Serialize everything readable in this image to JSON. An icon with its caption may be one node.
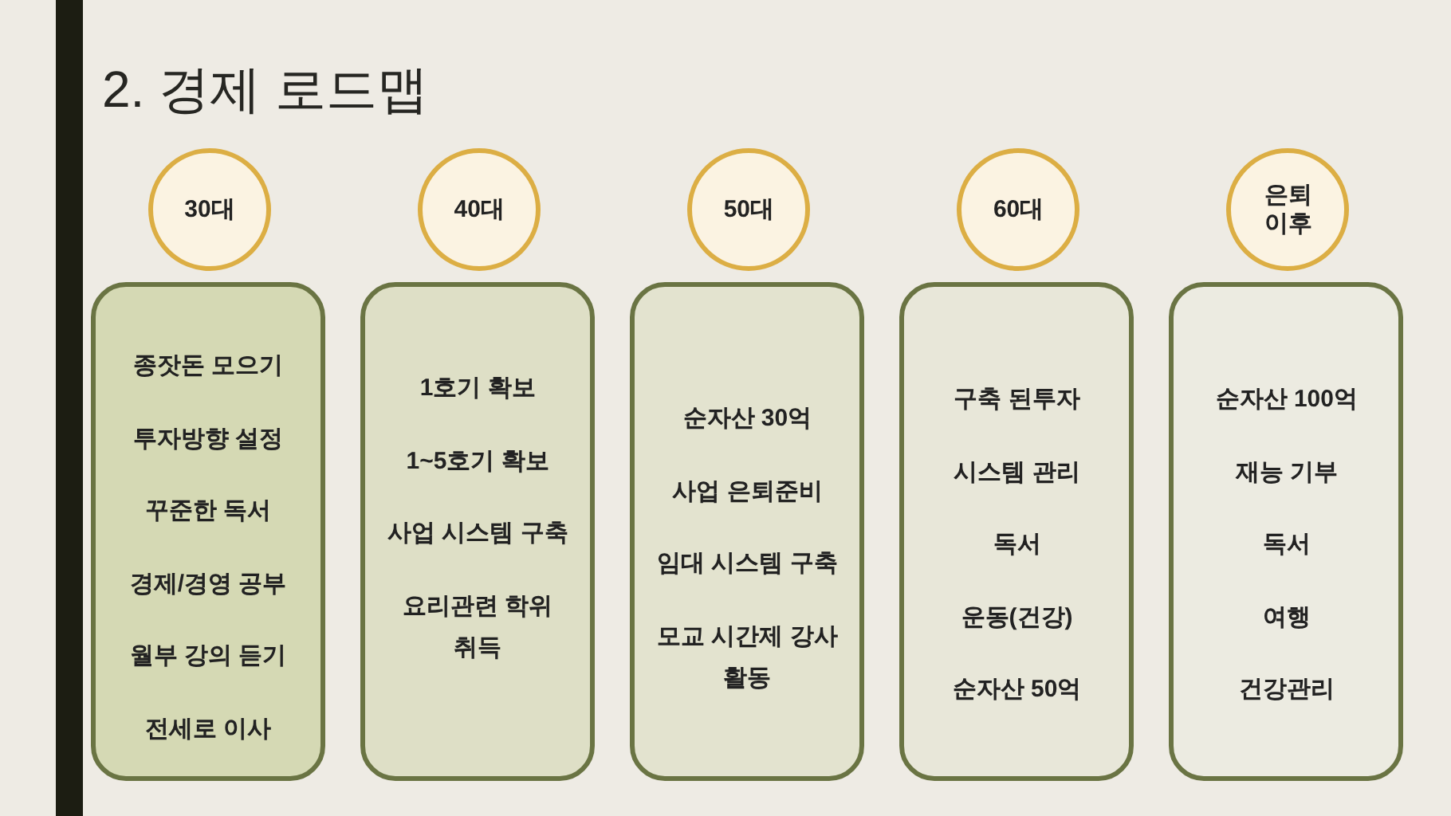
{
  "diagram": {
    "title": "2. 경제 로드맵",
    "nodes": [
      {
        "text": [
          "30대"
        ]
      },
      {
        "text": [
          "40대"
        ]
      },
      {
        "text": [
          "50대"
        ]
      },
      {
        "text": [
          "60대"
        ]
      },
      {
        "text": [
          "은퇴 이후"
        ]
      },
      {
        "text": [
          "종잣돈 모으기",
          "투자방향 설정",
          "꾸준한 독서",
          "경제/경영 공부",
          "월부 강의 듣기",
          "전세로 이사"
        ]
      },
      {
        "text": [
          "1호기 확보",
          "1~5호기 확보",
          "사업 시스템 구축",
          "요리관련 학위 취득"
        ]
      },
      {
        "text": [
          "순자산 30억",
          "사업 은퇴준비",
          "임대 시스템 구축",
          "모교 시간제 강사 활동"
        ]
      },
      {
        "text": [
          "구축 된투자",
          "시스템 관리",
          "독서",
          "운동(건강)",
          "순자산 50억"
        ]
      },
      {
        "text": [
          "순자산 100억",
          "재능 기부",
          "독서",
          "여행",
          "건강관리"
        ]
      }
    ]
  }
}
